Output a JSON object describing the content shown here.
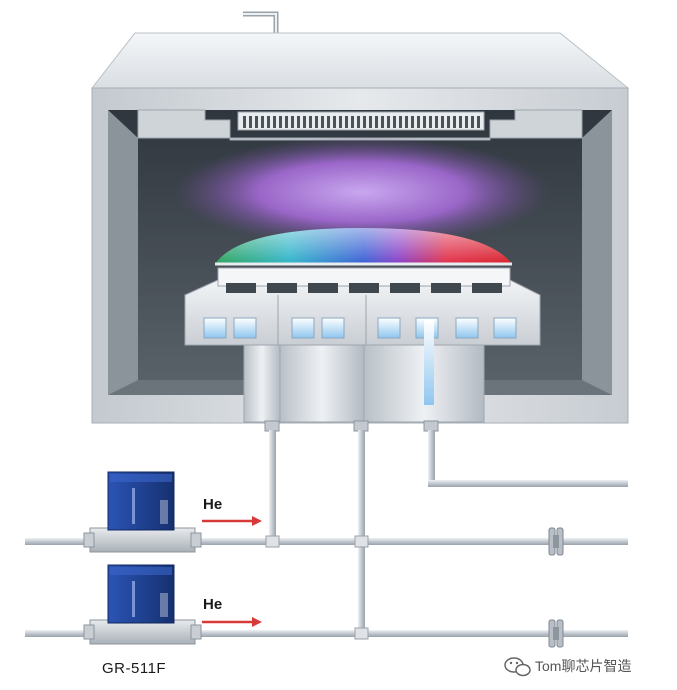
{
  "labels": {
    "gas_upper": "He",
    "gas_lower": "He",
    "model": "GR-511F",
    "watermark": "Tom聊芯片智造"
  },
  "colors": {
    "chamber_light": "#e4e8ec",
    "chamber_mid": "#b8bfc6",
    "chamber_dark": "#3f474f",
    "plasma": "#9a66c8",
    "mfc_body": "#1f3f8f",
    "pipe": "#c9cfd5",
    "flow_arrow": "#d83a3a"
  },
  "icons": {
    "watermark_icon": "wechat-icon"
  }
}
